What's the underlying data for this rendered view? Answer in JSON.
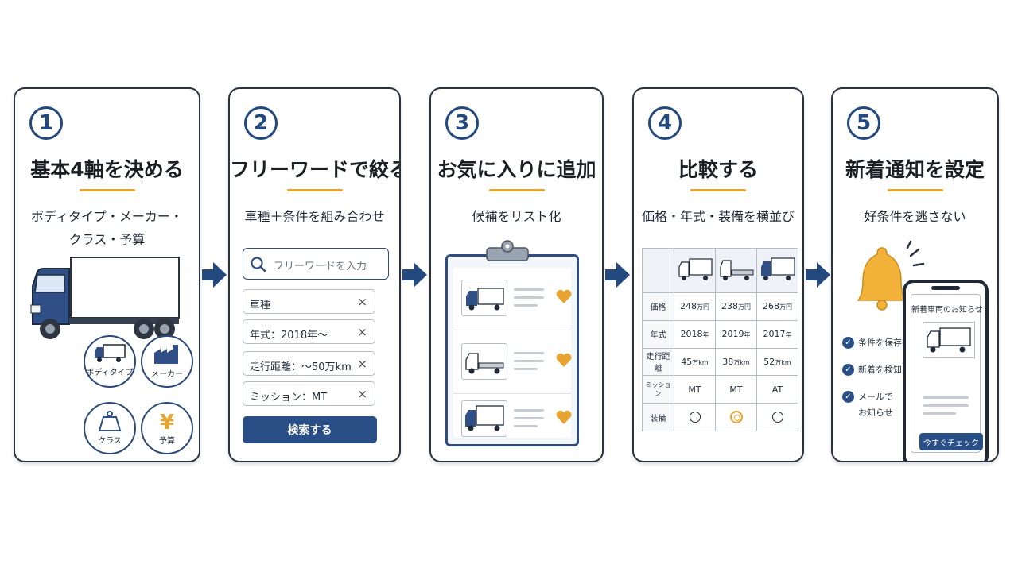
{
  "colors": {
    "navy": "#23497f",
    "accent": "#e6a532",
    "border": "#2a3440"
  },
  "steps": [
    {
      "num": "1",
      "title": "基本4軸を決める",
      "subtitle_lines": [
        "ボディタイプ・メーカー・",
        "クラス・予算"
      ],
      "categories": [
        "ボディタイプ",
        "メーカー",
        "クラス",
        "予算"
      ],
      "icons": [
        "truck-icon",
        "factory-icon",
        "weight-icon",
        "yen-icon"
      ]
    },
    {
      "num": "2",
      "title": "フリーワードで絞る",
      "subtitle": "車種＋条件を組み合わせ",
      "search_placeholder": "フリーワードを入力",
      "filters": [
        "車種",
        "年式：2018年〜",
        "走行距離：〜50万km",
        "ミッション：MT"
      ],
      "button": "検索する"
    },
    {
      "num": "3",
      "title": "お気に入りに追加",
      "subtitle": "候補をリスト化",
      "favorites_count": 3
    },
    {
      "num": "4",
      "title": "比較する",
      "subtitle": "価格・年式・装備を横並び",
      "table": {
        "rows": [
          {
            "label": "価格",
            "values": [
              "248",
              "238",
              "268"
            ],
            "unit": "万円"
          },
          {
            "label": "年式",
            "values": [
              "2018",
              "2019",
              "2017"
            ],
            "unit": "年"
          },
          {
            "label": "走行距離",
            "values": [
              "45",
              "38",
              "52"
            ],
            "unit": "万km"
          },
          {
            "label": "ミッション",
            "values": [
              "MT",
              "MT",
              "AT"
            ]
          },
          {
            "label": "装備",
            "marks": [
              "circle",
              "double-circle",
              "circle"
            ]
          }
        ]
      }
    },
    {
      "num": "5",
      "title": "新着通知を設定",
      "subtitle": "好条件を逃さない",
      "checks": [
        "条件を保存",
        "新着を検知",
        "メールで",
        "お知らせ"
      ],
      "phone_title": "新着車両のお知らせ",
      "phone_button": "今すぐチェック"
    }
  ]
}
